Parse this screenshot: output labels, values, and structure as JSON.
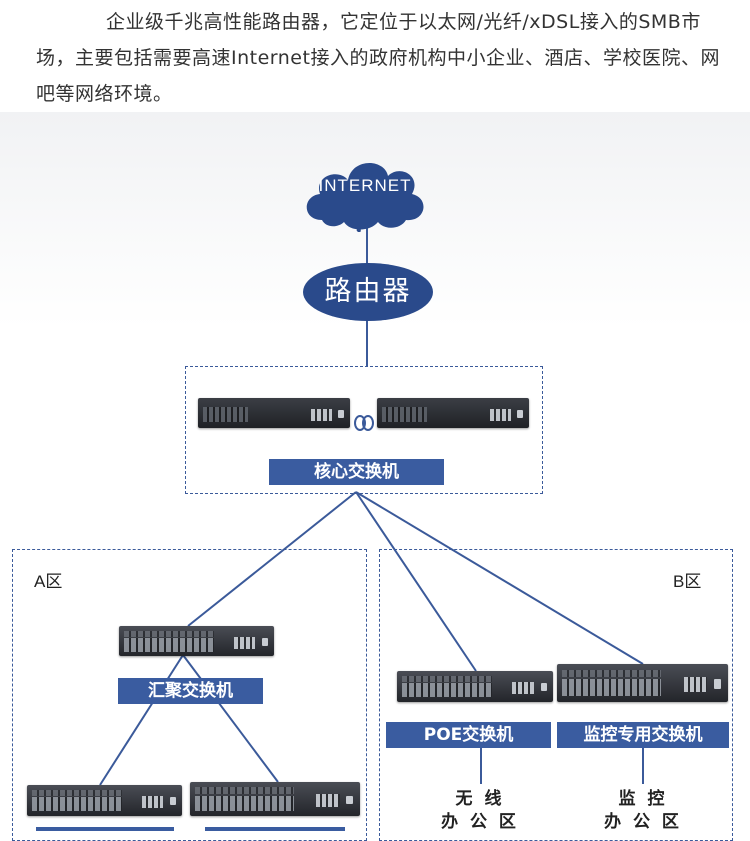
{
  "intro": {
    "text": "企业级千兆高性能路由器，它定位于以太网/光纤/xDSL接入的SMB市场，主要包括需要高速Internet接入的政府机构中小企业、酒店、学校医院、网吧等网络环境。"
  },
  "diagram": {
    "cloud_label": "INTERNET",
    "router_label": "路由器",
    "core_switch_label": "核心交换机",
    "zone_a_label": "A区",
    "zone_b_label": "B区",
    "aggregation_switch_label": "汇聚交换机",
    "poe_switch_label": "POE交换机",
    "monitor_switch_label": "监控专用交换机",
    "wireless_office_line1": "无 线",
    "wireless_office_line2": "办 公 区",
    "monitor_office_line1": "监 控",
    "monitor_office_line2": "办 公 区"
  },
  "colors": {
    "primary_blue": "#2a4a8b",
    "label_blue": "#3a5ca0",
    "line_blue": "#3b5a9a"
  }
}
